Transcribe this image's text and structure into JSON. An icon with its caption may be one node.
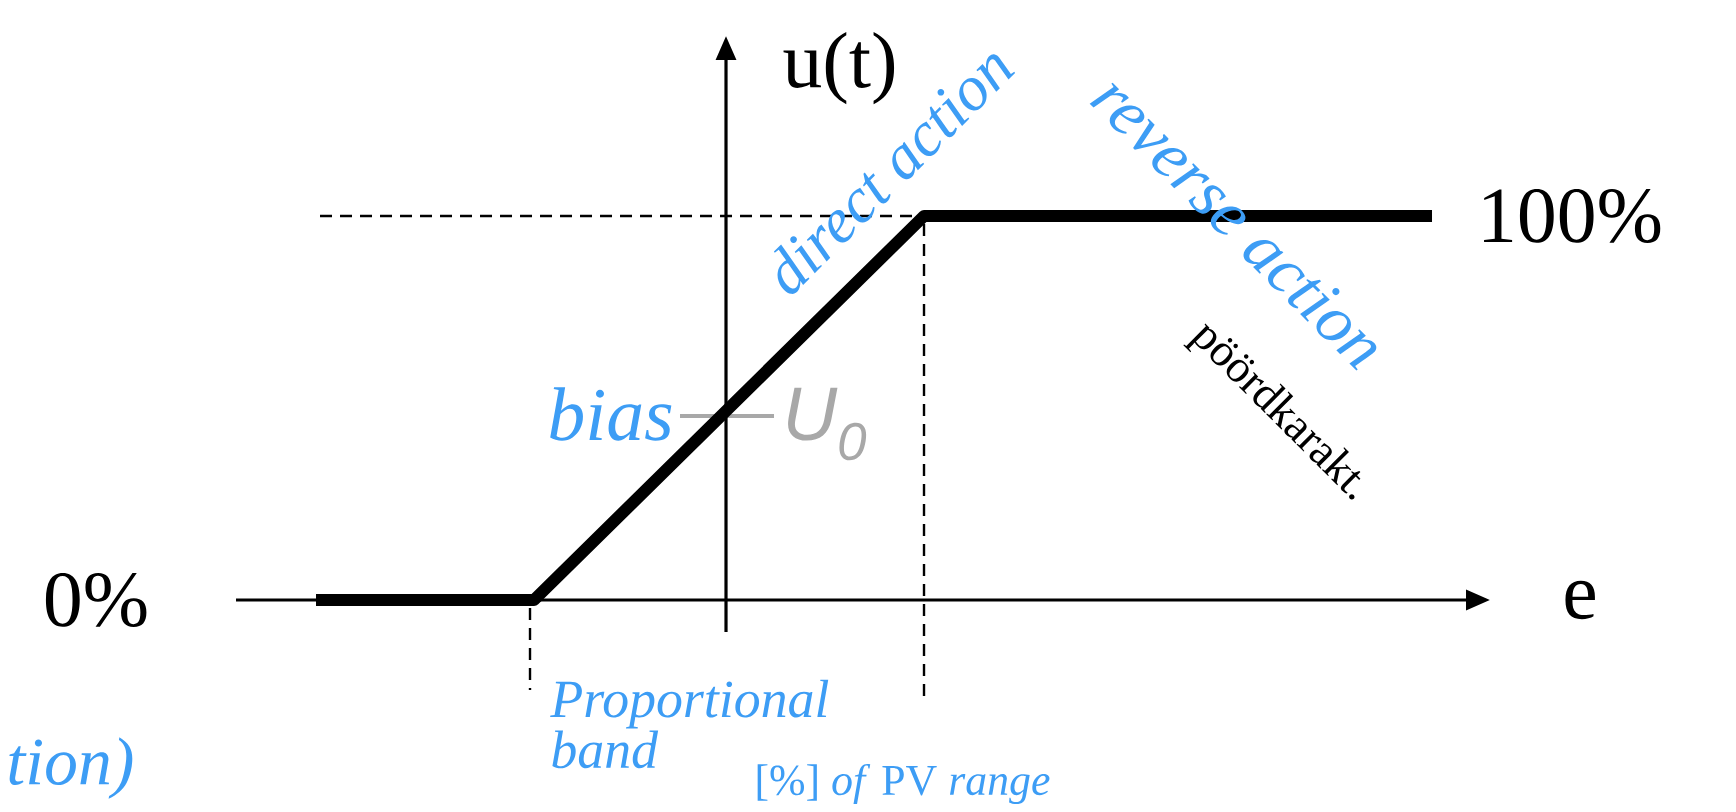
{
  "diagram": {
    "labels": [
      "u(t)",
      "direct action",
      "reverse action",
      "100%",
      "pöördkarakt.",
      "bias",
      "U$_{0}$",
      "0%",
      "e",
      "Proportional band",
      "[%] *of* PV *range*",
      "tion)"
    ]
  }
}
